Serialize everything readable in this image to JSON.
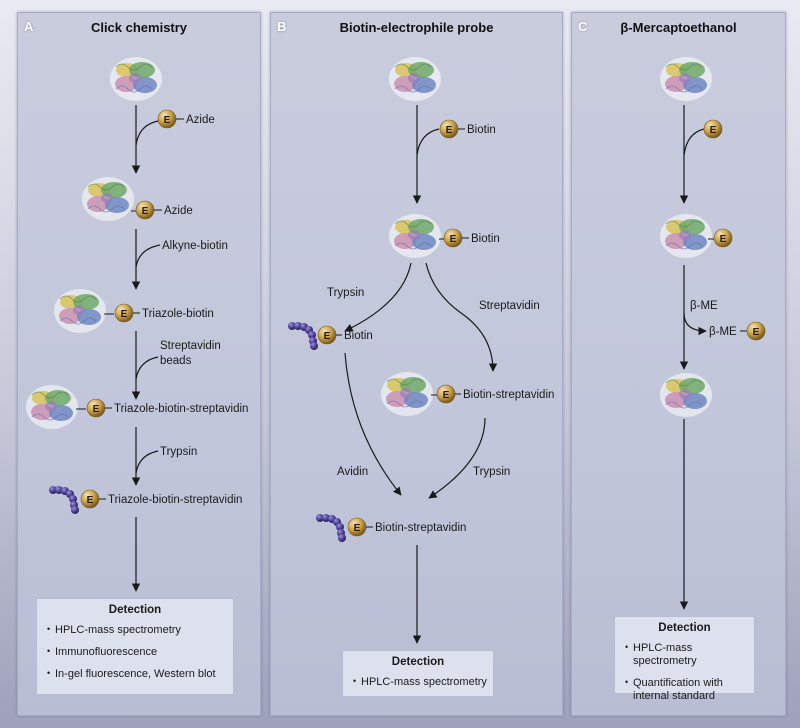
{
  "panels": {
    "a": {
      "letter": "A",
      "title": "Click chemistry",
      "labels": {
        "azide_1": "Azide",
        "azide_2": "Azide",
        "alkyne_biotin": "Alkyne-biotin",
        "triazole_biotin": "Triazole-biotin",
        "streptavidin": "Streptavidin",
        "beads": "beads",
        "tbs_1": "Triazole-biotin-streptavidin",
        "trypsin": "Trypsin",
        "tbs_2": "Triazole-biotin-streptavidin"
      },
      "detection": {
        "title": "Detection",
        "items": [
          "HPLC-mass spectrometry",
          "Immunofluorescence",
          "In-gel fluorescence, Western blot"
        ]
      }
    },
    "b": {
      "letter": "B",
      "title": "Biotin-electrophile probe",
      "labels": {
        "biotin_1": "Biotin",
        "biotin_2": "Biotin",
        "trypsin_1": "Trypsin",
        "streptavidin": "Streptavidin",
        "biotin_3": "Biotin",
        "biotin_streptavidin_1": "Biotin-streptavidin",
        "avidin": "Avidin",
        "trypsin_2": "Trypsin",
        "biotin_streptavidin_2": "Biotin-streptavidin"
      },
      "detection": {
        "title": "Detection",
        "items": [
          "HPLC-mass spectrometry"
        ]
      }
    },
    "c": {
      "letter": "C",
      "title": "β-Mercaptoethanol",
      "labels": {
        "bme_1": "β-ME",
        "bme_2": "β-ME"
      },
      "detection": {
        "title": "Detection",
        "items": [
          "HPLC-mass spectrometry",
          "Quantification with internal standard"
        ]
      }
    }
  },
  "electrophile_symbol": "E",
  "colors": {
    "electrophile": "#c9a24e",
    "peptide": "#4b3f8e",
    "protein_green": "#6fa86a",
    "protein_pink": "#c98fb0",
    "protein_blue": "#6e86c1",
    "protein_yellow": "#d8c25a"
  }
}
